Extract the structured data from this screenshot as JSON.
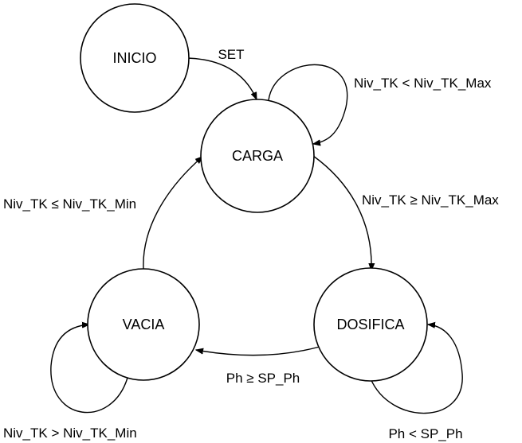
{
  "states": {
    "inicio": "INICIO",
    "carga": "CARGA",
    "dosifica": "DOSIFICA",
    "vacia": "VACIA"
  },
  "transitions": {
    "inicio_to_carga": "SET",
    "carga_self": "Niv_TK < Niv_TK_Max",
    "carga_to_dosifica": "Niv_TK ≥ Niv_TK_Max",
    "vacia_to_carga": "Niv_TK ≤ Niv_TK_Min",
    "dosifica_to_vacia": "Ph ≥ SP_Ph",
    "vacia_self": "Niv_TK > Niv_TK_Min",
    "dosifica_self": "Ph < SP_Ph"
  }
}
